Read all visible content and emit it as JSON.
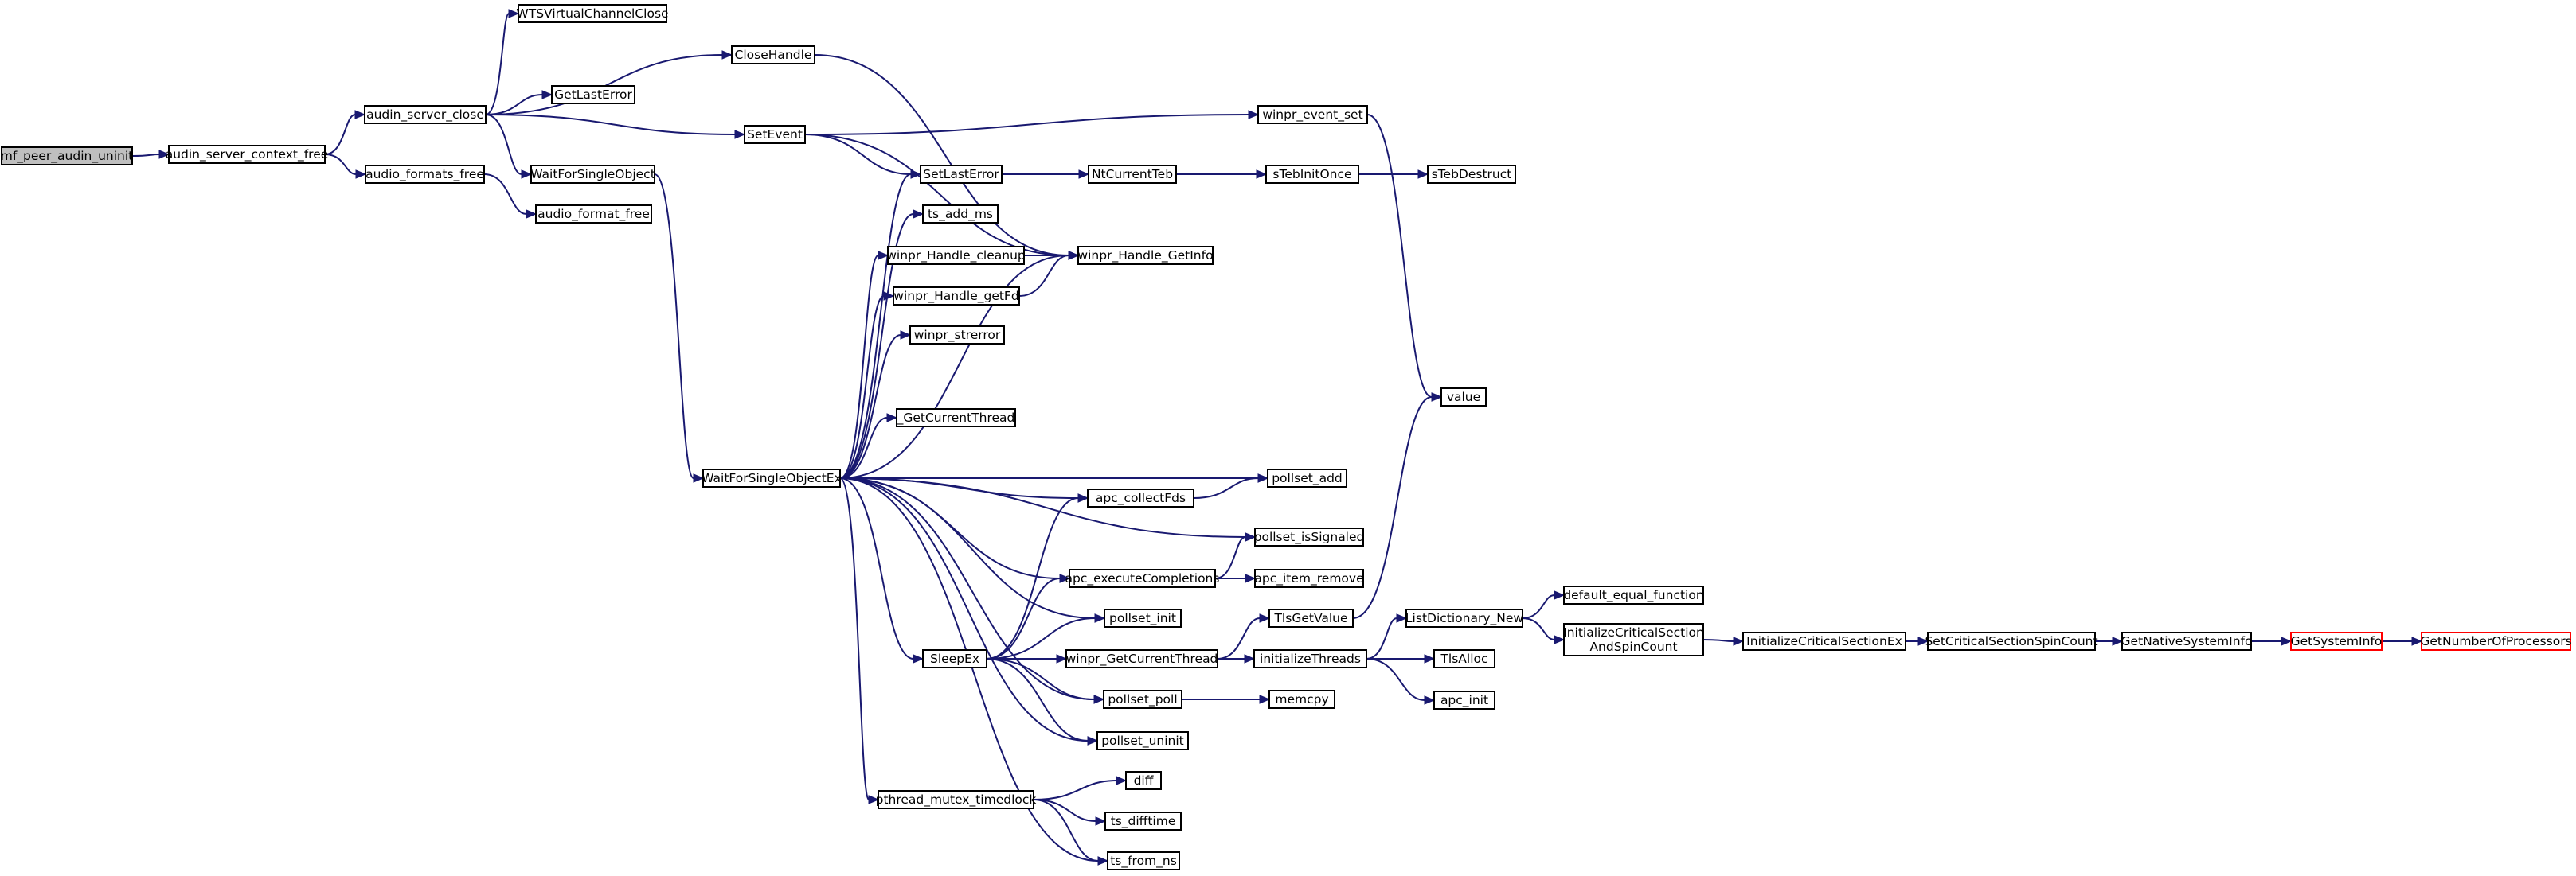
{
  "colors": {
    "edge": "#191970",
    "root_fill": "#bfbfbf",
    "node_fill": "#ffffff",
    "node_border": "#000000",
    "truncated_border": "#ff0000"
  },
  "nodes": {
    "mf_peer_audin_uninit": {
      "label": [
        "mf_peer_audin_uninit"
      ]
    },
    "audin_server_context_free": {
      "label": [
        "audin_server_context_free"
      ]
    },
    "audin_server_close": {
      "label": [
        "audin_server_close"
      ]
    },
    "audio_formats_free": {
      "label": [
        "audio_formats_free"
      ]
    },
    "WTSVirtualChannelClose": {
      "label": [
        "WTSVirtualChannelClose"
      ]
    },
    "CloseHandle": {
      "label": [
        "CloseHandle"
      ]
    },
    "GetLastError": {
      "label": [
        "GetLastError"
      ]
    },
    "SetEvent": {
      "label": [
        "SetEvent"
      ]
    },
    "WaitForSingleObject": {
      "label": [
        "WaitForSingleObject"
      ]
    },
    "audio_format_free": {
      "label": [
        "audio_format_free"
      ]
    },
    "winpr_event_set": {
      "label": [
        "winpr_event_set"
      ]
    },
    "SetLastError": {
      "label": [
        "SetLastError"
      ]
    },
    "NtCurrentTeb": {
      "label": [
        "NtCurrentTeb"
      ]
    },
    "sTebInitOnce": {
      "label": [
        "sTebInitOnce"
      ]
    },
    "sTebDestruct": {
      "label": [
        "sTebDestruct"
      ]
    },
    "ts_add_ms": {
      "label": [
        "ts_add_ms"
      ]
    },
    "winpr_Handle_cleanup": {
      "label": [
        "winpr_Handle_cleanup"
      ]
    },
    "winpr_Handle_GetInfo": {
      "label": [
        "winpr_Handle_GetInfo"
      ]
    },
    "winpr_Handle_getFd": {
      "label": [
        "winpr_Handle_getFd"
      ]
    },
    "winpr_strerror": {
      "label": [
        "winpr_strerror"
      ]
    },
    "_GetCurrentThread": {
      "label": [
        "_GetCurrentThread"
      ]
    },
    "value": {
      "label": [
        "value"
      ]
    },
    "WaitForSingleObjectEx": {
      "label": [
        "WaitForSingleObjectEx"
      ]
    },
    "apc_collectFds": {
      "label": [
        "apc_collectFds"
      ]
    },
    "pollset_add": {
      "label": [
        "pollset_add"
      ]
    },
    "pollset_isSignaled": {
      "label": [
        "pollset_isSignaled"
      ]
    },
    "apc_executeCompletions": {
      "label": [
        "apc_executeCompletions"
      ]
    },
    "apc_item_remove": {
      "label": [
        "apc_item_remove"
      ]
    },
    "default_equal_function": {
      "label": [
        "default_equal_function"
      ]
    },
    "TlsGetValue": {
      "label": [
        "TlsGetValue"
      ]
    },
    "ListDictionary_New": {
      "label": [
        "ListDictionary_New"
      ]
    },
    "pollset_init": {
      "label": [
        "pollset_init"
      ]
    },
    "InitializeCriticalSectionAndSpinCount": {
      "label": [
        "InitializeCriticalSection",
        "AndSpinCount"
      ]
    },
    "InitializeCriticalSectionEx": {
      "label": [
        "InitializeCriticalSectionEx"
      ]
    },
    "SetCriticalSectionSpinCount": {
      "label": [
        "SetCriticalSectionSpinCount"
      ]
    },
    "GetNativeSystemInfo": {
      "label": [
        "GetNativeSystemInfo"
      ]
    },
    "GetSystemInfo": {
      "label": [
        "GetSystemInfo"
      ]
    },
    "GetNumberOfProcessors": {
      "label": [
        "GetNumberOfProcessors"
      ]
    },
    "SleepEx": {
      "label": [
        "SleepEx"
      ]
    },
    "winpr_GetCurrentThread": {
      "label": [
        "winpr_GetCurrentThread"
      ]
    },
    "initializeThreads": {
      "label": [
        "initializeThreads"
      ]
    },
    "TlsAlloc": {
      "label": [
        "TlsAlloc"
      ]
    },
    "apc_init": {
      "label": [
        "apc_init"
      ]
    },
    "pollset_poll": {
      "label": [
        "pollset_poll"
      ]
    },
    "memcpy": {
      "label": [
        "memcpy"
      ]
    },
    "pollset_uninit": {
      "label": [
        "pollset_uninit"
      ]
    },
    "diff": {
      "label": [
        "diff"
      ]
    },
    "pthread_mutex_timedlock": {
      "label": [
        "pthread_mutex_timedlock"
      ]
    },
    "ts_difftime": {
      "label": [
        "ts_difftime"
      ]
    },
    "ts_from_ns": {
      "label": [
        "ts_from_ns"
      ]
    }
  },
  "edges": [
    [
      "mf_peer_audin_uninit",
      "audin_server_context_free"
    ],
    [
      "audin_server_context_free",
      "audin_server_close"
    ],
    [
      "audin_server_context_free",
      "audio_formats_free"
    ],
    [
      "audin_server_close",
      "WTSVirtualChannelClose"
    ],
    [
      "audin_server_close",
      "CloseHandle"
    ],
    [
      "audin_server_close",
      "GetLastError"
    ],
    [
      "audin_server_close",
      "SetEvent"
    ],
    [
      "audin_server_close",
      "WaitForSingleObject"
    ],
    [
      "audio_formats_free",
      "audio_format_free"
    ],
    [
      "CloseHandle",
      "winpr_Handle_GetInfo"
    ],
    [
      "SetEvent",
      "winpr_event_set"
    ],
    [
      "SetEvent",
      "SetLastError"
    ],
    [
      "SetEvent",
      "winpr_Handle_GetInfo"
    ],
    [
      "winpr_event_set",
      "value"
    ],
    [
      "SetLastError",
      "NtCurrentTeb"
    ],
    [
      "NtCurrentTeb",
      "sTebInitOnce"
    ],
    [
      "sTebInitOnce",
      "sTebDestruct"
    ],
    [
      "WaitForSingleObject",
      "WaitForSingleObjectEx"
    ],
    [
      "WaitForSingleObjectEx",
      "SetLastError"
    ],
    [
      "WaitForSingleObjectEx",
      "ts_add_ms"
    ],
    [
      "WaitForSingleObjectEx",
      "winpr_Handle_cleanup"
    ],
    [
      "WaitForSingleObjectEx",
      "winpr_Handle_getFd"
    ],
    [
      "WaitForSingleObjectEx",
      "winpr_strerror"
    ],
    [
      "WaitForSingleObjectEx",
      "_GetCurrentThread"
    ],
    [
      "WaitForSingleObjectEx",
      "winpr_Handle_GetInfo"
    ],
    [
      "WaitForSingleObjectEx",
      "pollset_add"
    ],
    [
      "WaitForSingleObjectEx",
      "apc_collectFds"
    ],
    [
      "WaitForSingleObjectEx",
      "pollset_isSignaled"
    ],
    [
      "WaitForSingleObjectEx",
      "apc_executeCompletions"
    ],
    [
      "WaitForSingleObjectEx",
      "pollset_init"
    ],
    [
      "WaitForSingleObjectEx",
      "SleepEx"
    ],
    [
      "WaitForSingleObjectEx",
      "pollset_poll"
    ],
    [
      "WaitForSingleObjectEx",
      "pollset_uninit"
    ],
    [
      "WaitForSingleObjectEx",
      "pthread_mutex_timedlock"
    ],
    [
      "WaitForSingleObjectEx",
      "ts_from_ns"
    ],
    [
      "winpr_Handle_cleanup",
      "winpr_Handle_GetInfo"
    ],
    [
      "winpr_Handle_getFd",
      "winpr_Handle_GetInfo"
    ],
    [
      "apc_collectFds",
      "pollset_add"
    ],
    [
      "apc_executeCompletions",
      "pollset_isSignaled"
    ],
    [
      "apc_executeCompletions",
      "apc_item_remove"
    ],
    [
      "SleepEx",
      "apc_collectFds"
    ],
    [
      "SleepEx",
      "apc_executeCompletions"
    ],
    [
      "SleepEx",
      "pollset_init"
    ],
    [
      "SleepEx",
      "winpr_GetCurrentThread"
    ],
    [
      "SleepEx",
      "pollset_poll"
    ],
    [
      "SleepEx",
      "pollset_uninit"
    ],
    [
      "winpr_GetCurrentThread",
      "TlsGetValue"
    ],
    [
      "winpr_GetCurrentThread",
      "initializeThreads"
    ],
    [
      "TlsGetValue",
      "value"
    ],
    [
      "initializeThreads",
      "ListDictionary_New"
    ],
    [
      "initializeThreads",
      "TlsAlloc"
    ],
    [
      "initializeThreads",
      "apc_init"
    ],
    [
      "ListDictionary_New",
      "default_equal_function"
    ],
    [
      "ListDictionary_New",
      "InitializeCriticalSectionAndSpinCount"
    ],
    [
      "InitializeCriticalSectionAndSpinCount",
      "InitializeCriticalSectionEx"
    ],
    [
      "InitializeCriticalSectionEx",
      "SetCriticalSectionSpinCount"
    ],
    [
      "SetCriticalSectionSpinCount",
      "GetNativeSystemInfo"
    ],
    [
      "GetNativeSystemInfo",
      "GetSystemInfo"
    ],
    [
      "GetSystemInfo",
      "GetNumberOfProcessors"
    ],
    [
      "pollset_poll",
      "memcpy"
    ],
    [
      "pthread_mutex_timedlock",
      "diff"
    ],
    [
      "pthread_mutex_timedlock",
      "ts_difftime"
    ],
    [
      "pthread_mutex_timedlock",
      "ts_from_ns"
    ]
  ]
}
